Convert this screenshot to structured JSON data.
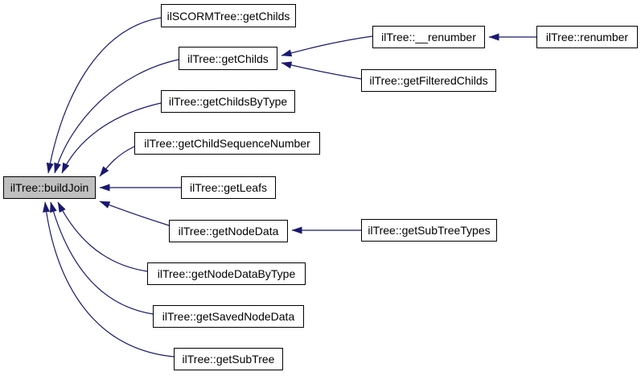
{
  "diagram": {
    "type": "caller-graph",
    "focus_function": "ilTree::buildJoin",
    "colors": {
      "edge": "#191970",
      "node_border": "#000000",
      "node_fill": "#ffffff",
      "highlight_fill": "#bfbfbf",
      "background": "#ffffff",
      "text": "#000000"
    },
    "nodes": [
      {
        "id": "buildJoin",
        "label": "ilTree::buildJoin",
        "highlighted": true
      },
      {
        "id": "scormGetChilds",
        "label": "ilSCORMTree::getChilds",
        "highlighted": false
      },
      {
        "id": "getChilds",
        "label": "ilTree::getChilds",
        "highlighted": false
      },
      {
        "id": "getChildsByType",
        "label": "ilTree::getChildsByType",
        "highlighted": false
      },
      {
        "id": "getChildSequenceNumber",
        "label": "ilTree::getChildSequenceNumber",
        "highlighted": false
      },
      {
        "id": "getLeafs",
        "label": "ilTree::getLeafs",
        "highlighted": false
      },
      {
        "id": "getNodeData",
        "label": "ilTree::getNodeData",
        "highlighted": false
      },
      {
        "id": "getNodeDataByType",
        "label": "ilTree::getNodeDataByType",
        "highlighted": false
      },
      {
        "id": "getSavedNodeData",
        "label": "ilTree::getSavedNodeData",
        "highlighted": false
      },
      {
        "id": "getSubTree",
        "label": "ilTree::getSubTree",
        "highlighted": false
      },
      {
        "id": "renumberInternal",
        "label": "ilTree::__renumber",
        "highlighted": false
      },
      {
        "id": "getFilteredChilds",
        "label": "ilTree::getFilteredChilds",
        "highlighted": false
      },
      {
        "id": "renumber",
        "label": "ilTree::renumber",
        "highlighted": false
      },
      {
        "id": "getSubTreeTypes",
        "label": "ilTree::getSubTreeTypes",
        "highlighted": false
      }
    ],
    "edges": [
      {
        "from": "ilSCORMTree::getChilds",
        "to": "ilTree::buildJoin"
      },
      {
        "from": "ilTree::getChilds",
        "to": "ilTree::buildJoin"
      },
      {
        "from": "ilTree::getChildsByType",
        "to": "ilTree::buildJoin"
      },
      {
        "from": "ilTree::getChildSequenceNumber",
        "to": "ilTree::buildJoin"
      },
      {
        "from": "ilTree::getLeafs",
        "to": "ilTree::buildJoin"
      },
      {
        "from": "ilTree::getNodeData",
        "to": "ilTree::buildJoin"
      },
      {
        "from": "ilTree::getNodeDataByType",
        "to": "ilTree::buildJoin"
      },
      {
        "from": "ilTree::getSavedNodeData",
        "to": "ilTree::buildJoin"
      },
      {
        "from": "ilTree::getSubTree",
        "to": "ilTree::buildJoin"
      },
      {
        "from": "ilTree::__renumber",
        "to": "ilTree::getChilds"
      },
      {
        "from": "ilTree::getFilteredChilds",
        "to": "ilTree::getChilds"
      },
      {
        "from": "ilTree::renumber",
        "to": "ilTree::__renumber"
      },
      {
        "from": "ilTree::getSubTreeTypes",
        "to": "ilTree::getNodeData"
      }
    ]
  }
}
